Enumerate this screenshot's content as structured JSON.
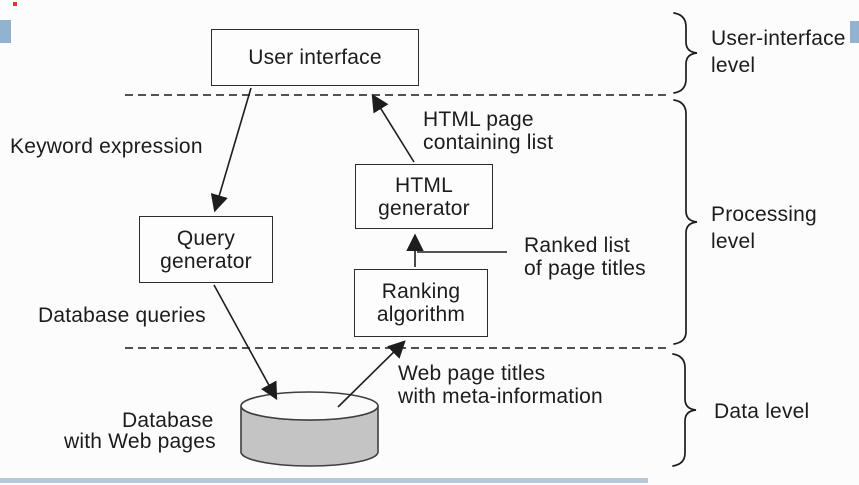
{
  "diagram": {
    "title_semantic": "Search engine three-level architecture diagram",
    "boxes": {
      "user_interface": {
        "label": "User interface"
      },
      "query_generator": {
        "label": "Query\ngenerator"
      },
      "html_generator": {
        "label": "HTML\ngenerator"
      },
      "ranking_algorithm": {
        "label": "Ranking\nalgorithm"
      }
    },
    "flow_labels": {
      "keyword_expression": "Keyword expression",
      "html_page": "HTML page\ncontaining list",
      "ranked_list": "Ranked list\nof page titles",
      "database_queries": "Database queries",
      "web_page_titles": "Web page titles\nwith meta-information",
      "database": {
        "lines": [
          "Database",
          "with Web pages"
        ]
      }
    },
    "levels": {
      "user_interface_level": "User-interface\nlevel",
      "processing_level": "Processing\nlevel",
      "data_level": "Data level"
    },
    "colors": {
      "line": "#2d2d2d",
      "cylinder_fill": "#c4c4c4",
      "accent_blue": "#93b2d0",
      "accent_red": "#e8322b"
    }
  }
}
